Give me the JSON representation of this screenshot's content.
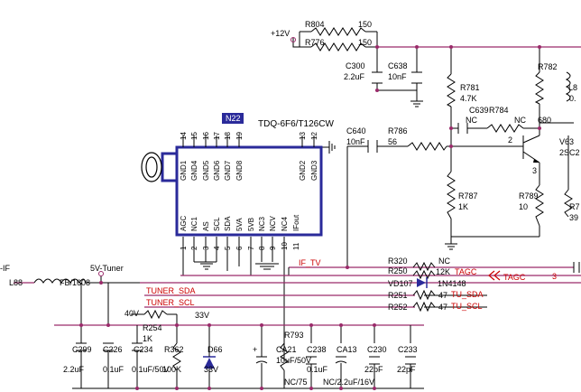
{
  "ic": {
    "ref": "N22",
    "part": "TDQ-6F6/T126CW",
    "left_pins": [
      "GND1",
      "GND4",
      "GND5",
      "GND6",
      "GND7",
      "GND8"
    ],
    "left_pin_nums": [
      "14",
      "15",
      "16",
      "17",
      "18",
      "19"
    ],
    "right_pins": [
      "GND2",
      "GND3"
    ],
    "right_pin_nums": [
      "13",
      "12"
    ],
    "bottom_pins": [
      "AGC",
      "NC1",
      "AS",
      "SCL",
      "SDA",
      "5VA",
      "5VB",
      "NC3",
      "NCV",
      "NC4",
      "IFout"
    ],
    "bottom_pin_nums": [
      "1",
      "2",
      "3",
      "4",
      "5",
      "6",
      "7",
      "8",
      "9",
      "10",
      "11"
    ]
  },
  "power": {
    "v12": "+12V",
    "v40": "40V",
    "v33": "33V",
    "v5tuner": "5V-Tuner"
  },
  "resistors": {
    "r804": {
      "ref": "R804",
      "val": "150"
    },
    "r776": {
      "ref": "R776",
      "val": "150"
    },
    "r781": {
      "ref": "R781",
      "val": "4.7K"
    },
    "r784": {
      "ref": "R784",
      "val": "680"
    },
    "r782": {
      "ref": "R782",
      "val": ""
    },
    "r786": {
      "ref": "R786",
      "val": "56"
    },
    "r787": {
      "ref": "R787",
      "val": "1K"
    },
    "r789": {
      "ref": "R789",
      "val": "10"
    },
    "r320": {
      "ref": "R320",
      "val": "NC"
    },
    "r250": {
      "ref": "R250",
      "val": "12K"
    },
    "r251": {
      "ref": "R251",
      "val": "47"
    },
    "r252": {
      "ref": "R252",
      "val": "47"
    },
    "r254": {
      "ref": "R254",
      "val": "1K"
    },
    "r362": {
      "ref": "R362",
      "val": "100K"
    },
    "r793": {
      "ref": "R793",
      "val": "NC/75"
    },
    "r7x": {
      "ref": "R7",
      "val": "39"
    }
  },
  "capacitors": {
    "c300": {
      "ref": "C300",
      "val": "2.2uF"
    },
    "c638": {
      "ref": "C638",
      "val": "10nF"
    },
    "c639": {
      "ref": "C639",
      "val": "NC"
    },
    "c640": {
      "ref": "C640",
      "val": "10nF"
    },
    "c299": {
      "ref": "C299",
      "val": "2.2uF"
    },
    "c226": {
      "ref": "C226",
      "val": "0.1uF"
    },
    "c234": {
      "ref": "C234",
      "val": "0.1uF/50V"
    },
    "ca21": {
      "ref": "CA21",
      "val": "10uF/50V"
    },
    "c238": {
      "ref": "C238",
      "val": "0.1uF"
    },
    "ca13": {
      "ref": "CA13",
      "val": "NC/2.2uF/16V"
    },
    "c230": {
      "ref": "C230",
      "val": "22pF"
    },
    "c233": {
      "ref": "C233",
      "val": "22pF"
    }
  },
  "inductors": {
    "l_right": "L8",
    "l_right_val": "0.",
    "l88": "L88",
    "fb": "FB/1608"
  },
  "transistor": {
    "ref": "V63",
    "part": "2SC2",
    "pin2": "2",
    "pin3": "3"
  },
  "diodes": {
    "vd107": "VD107",
    "vd107_part": "1N4148",
    "d66": "D66",
    "d66_val": "33V"
  },
  "nets": {
    "if": "-IF",
    "if_tv": "IF_TV",
    "tagc": "TAGC",
    "tagc_out": "TAGC",
    "tagc_num": "3",
    "tuner_sda": "TUNER_SDA",
    "tuner_scl": "TUNER_SCL",
    "tu_sda": "TU_SDA",
    "tu_scl": "TU_SCL"
  }
}
